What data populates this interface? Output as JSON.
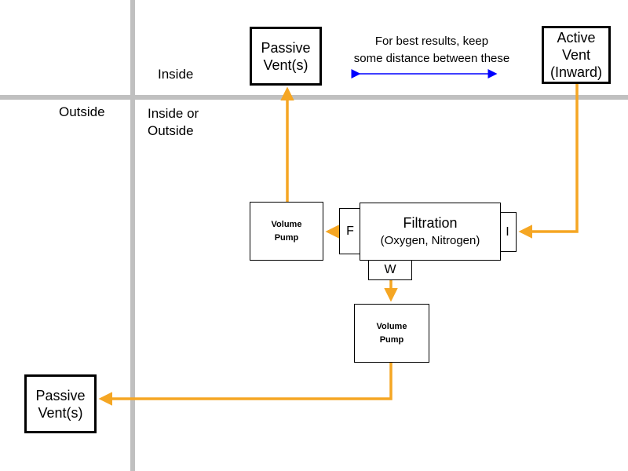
{
  "zones": {
    "inside": "Inside",
    "outside": "Outside",
    "either": "Inside or\nOutside"
  },
  "note": "For best results, keep\nsome distance between these",
  "vents": {
    "passive_top": "Passive\nVent(s)",
    "active": "Active\nVent\n(Inward)",
    "passive_bottom": "Passive\nVent(s)"
  },
  "filtration": {
    "title": "Filtration",
    "subtitle": "(Oxygen, Nitrogen)",
    "port_f": "F",
    "port_i": "I",
    "port_w": "W"
  },
  "pumps": {
    "upper": "Volume\nPump",
    "lower": "Volume\nPump"
  },
  "colors": {
    "flow": "#f5a623",
    "distance_arrow": "#0000ff",
    "wall": "#c0c0c0"
  }
}
